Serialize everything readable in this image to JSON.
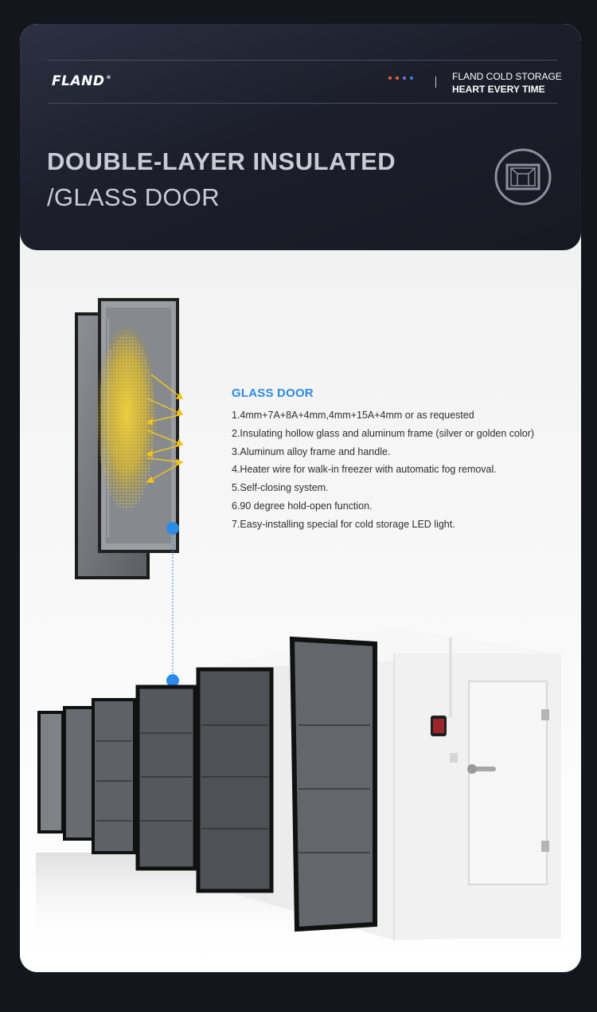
{
  "brand": {
    "logo_text": "FLAND",
    "tagline_line1": "FLAND COLD STORAGE",
    "tagline_line2": "HEART EVERY TIME",
    "dot_colors": [
      "#e8643a",
      "#e8643a",
      "#7c6fd8",
      "#3a86e0"
    ]
  },
  "hero": {
    "title_line1": "DOUBLE-LAYER INSULATED",
    "title_line2": "/GLASS DOOR",
    "badge_icon": "glass-door-icon"
  },
  "features": {
    "heading": "GLASS DOOR",
    "items": [
      "1.4mm+7A+8A+4mm,4mm+15A+4mm or as requested",
      "2.Insulating hollow glass and aluminum frame (silver or golden color)",
      "3.Aluminum alloy frame and handle.",
      "4.Heater wire for walk-in freezer with automatic fog removal.",
      "5.Self-closing system.",
      "6.90 degree hold-open function.",
      "7.Easy-installing special for cold storage LED light."
    ]
  },
  "colors": {
    "accent": "#2d8ae6",
    "header_bg": "#1c1f2b",
    "title_text": "#c9ccd4",
    "glass_heat": "#f0c820"
  }
}
